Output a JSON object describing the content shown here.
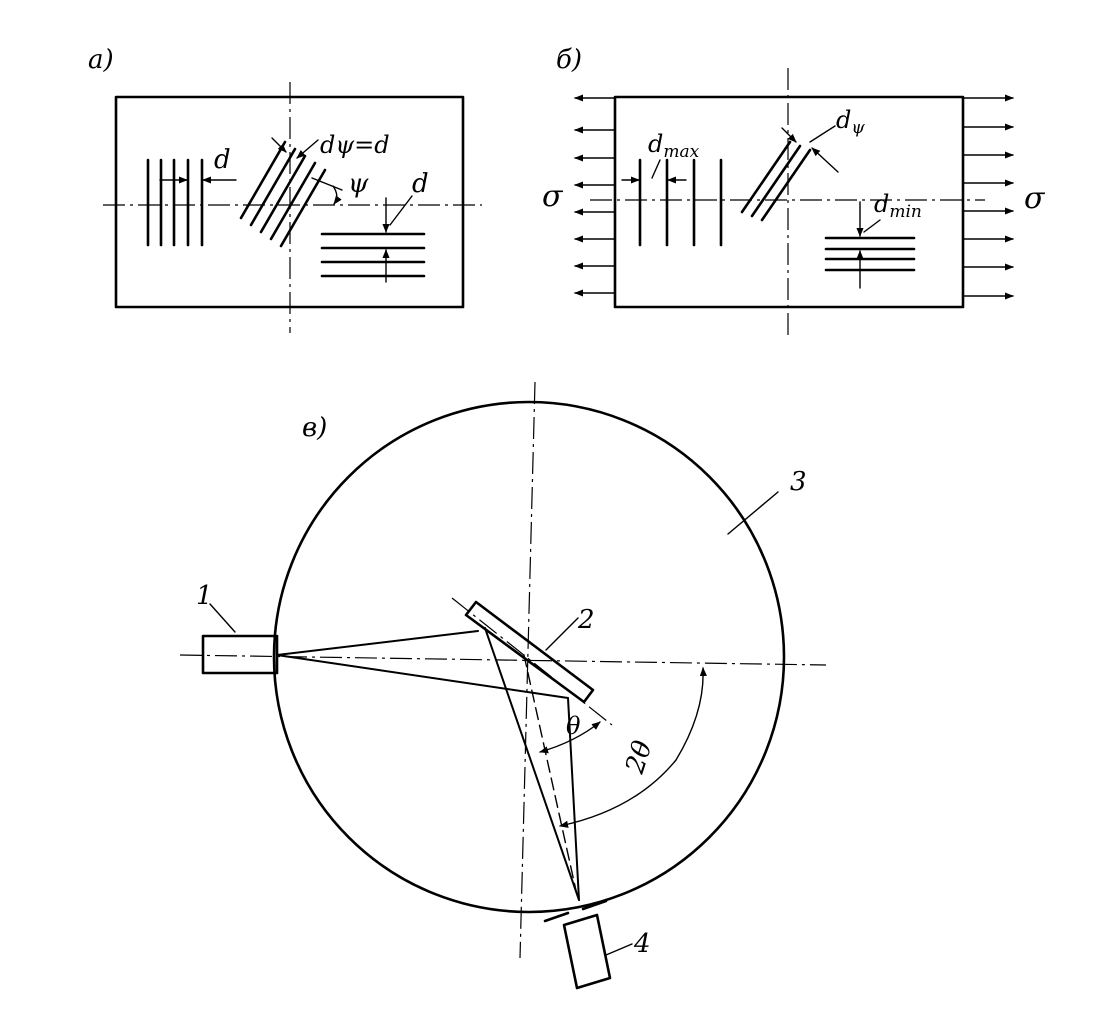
{
  "panels": {
    "a": {
      "label": "а)",
      "spacing_label": "d",
      "equality_label": "dψ=d",
      "angle_label": "ψ",
      "spacing_label_right": "d"
    },
    "b": {
      "label": "б)",
      "max_label_base": "d",
      "max_label_sub": "max",
      "psi_label_base": "d",
      "psi_label_sub": "ψ",
      "min_label_base": "d",
      "min_label_sub": "min",
      "stress_left": "σ",
      "stress_right": "σ"
    },
    "c": {
      "label": "в)",
      "callout_1": "1",
      "callout_2": "2",
      "callout_3": "3",
      "callout_4": "4",
      "theta_label": "θ",
      "two_theta_label": "2θ"
    }
  }
}
